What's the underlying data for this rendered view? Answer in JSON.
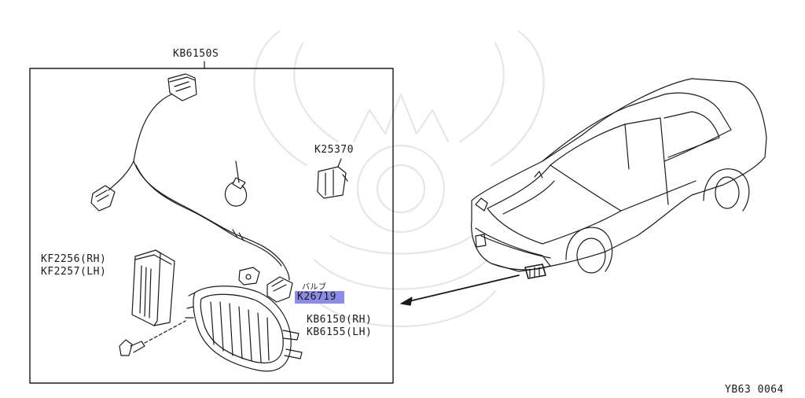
{
  "diagram": {
    "assembly_label": "KB6150S",
    "parts": {
      "cover_rh": "KF2256(RH)",
      "cover_lh": "KF2257(LH)",
      "clip": "K25370",
      "bulb_jp": "バルブ",
      "bulb": "K26719",
      "lamp_rh": "KB6150(RH)",
      "lamp_lh": "KB6155(LH)"
    },
    "figure_id": "YB63 0064",
    "highlight_color": "#8c8ce6"
  }
}
